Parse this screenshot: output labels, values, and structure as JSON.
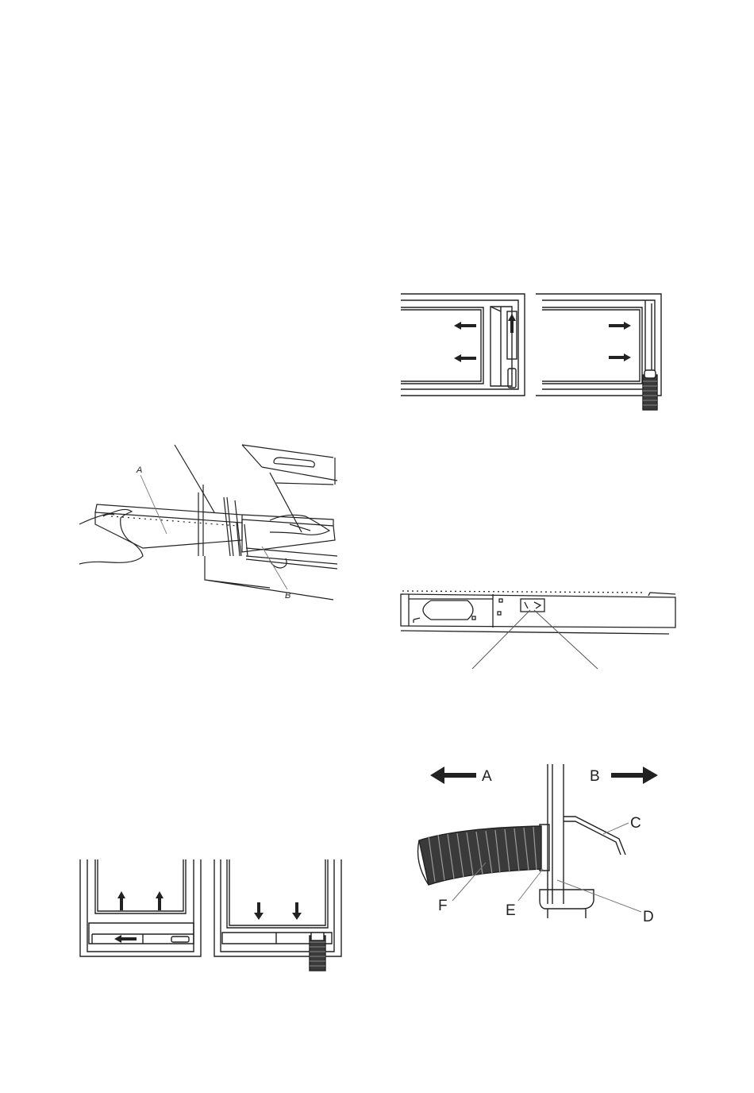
{
  "figures": {
    "panel_insertion": {
      "label_a": "A",
      "label_b": "B"
    },
    "window_vertical": {},
    "window_horizontal": {},
    "panel_adapter": {},
    "hose_assembly": {
      "label_a": "A",
      "label_b": "B",
      "label_c": "C",
      "label_d": "D",
      "label_e": "E",
      "label_f": "F"
    }
  },
  "colors": {
    "line": "#222222",
    "hose_dark": "#3a3a3a",
    "leader": "#777777"
  }
}
